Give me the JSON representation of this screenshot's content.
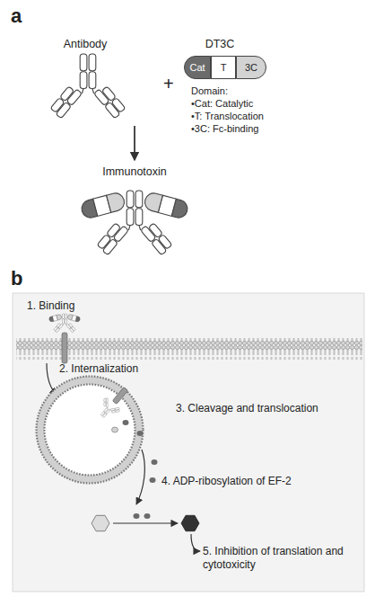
{
  "diagram": {
    "nodes": [
      {
        "text": [
          "Antibody"
        ]
      },
      {
        "text": [
          "DT3C"
        ]
      },
      {
        "text": [
          "Cat"
        ],
        "in": 1
      },
      {
        "text": [
          "T"
        ],
        "in": 1
      },
      {
        "text": [
          "3C"
        ],
        "in": 1
      },
      {
        "text": [
          "Immunotoxin"
        ]
      }
    ],
    "edges": [
      {
        "from": 0,
        "to": 5,
        "arrow": "to"
      },
      {
        "from": 1,
        "to": 5,
        "arrow": "to"
      }
    ],
    "labels": [
      "a",
      "+",
      "Domain:",
      "•Cat: Catalytic",
      "•T: Translocation",
      "•3C: Fc-binding",
      "b",
      "1. Binding",
      "2. Internalization",
      "3. Cleavage and translocation",
      "4. ADP-ribosylation of EF-2",
      "5. Inhibition of translation and cytotoxicity"
    ]
  }
}
